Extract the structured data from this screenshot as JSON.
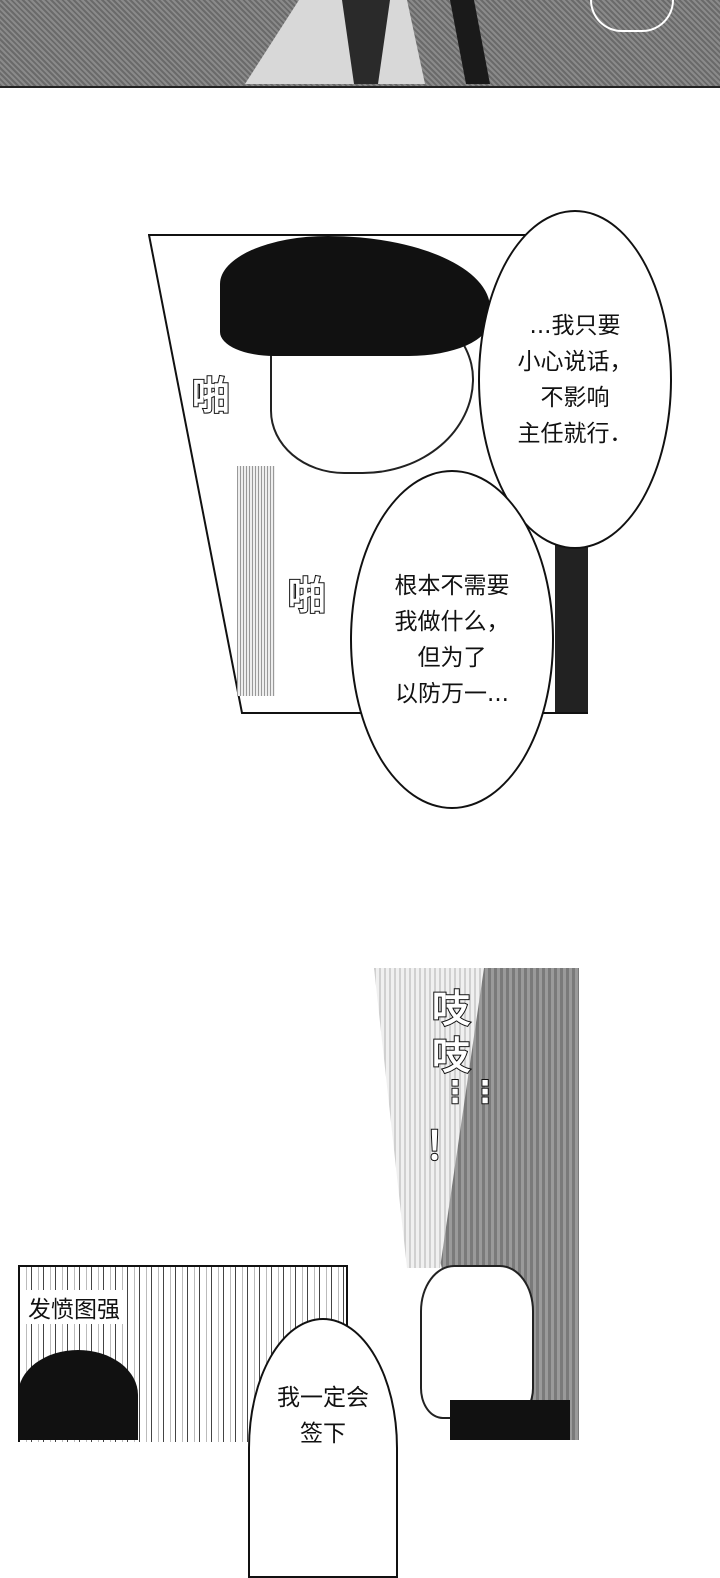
{
  "panels": [
    {
      "id": "top",
      "description_text": ""
    },
    {
      "id": "boy-profile",
      "sfx": [
        "啪",
        "啪"
      ],
      "bubbles": [
        {
          "lines": [
            "...我只要",
            "小心说话，",
            "不影响",
            "主任就行．"
          ]
        },
        {
          "lines": [
            "根本不需要",
            "我做什么，",
            "但为了",
            "以防万一..."
          ]
        }
      ]
    },
    {
      "id": "door-handle",
      "sfx": [
        "吱",
        "吱",
        "⋮⋮",
        "！"
      ]
    },
    {
      "id": "bottom-left",
      "caption": "发愤图强",
      "bubbles": [
        {
          "lines": [
            "我一定会",
            "签下"
          ]
        }
      ]
    }
  ]
}
